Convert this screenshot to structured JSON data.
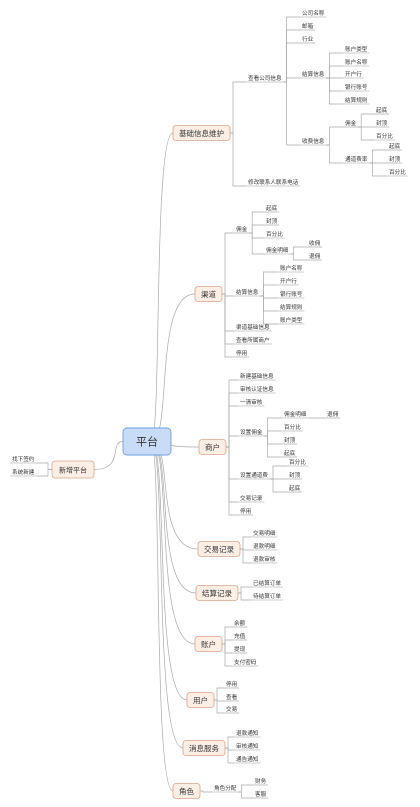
{
  "root": {
    "label": "平台"
  },
  "left_branch": {
    "label": "新增平台",
    "children": [
      {
        "label": "找下签约"
      },
      {
        "label": "系统新建"
      }
    ]
  },
  "branches": [
    {
      "id": "b1",
      "label": "基础信息维护",
      "children": [
        {
          "label": "查看公司信息",
          "children": [
            {
              "label": "公司名称"
            },
            {
              "label": "邮箱"
            },
            {
              "label": "行业"
            },
            {
              "label": "结算信息",
              "children": [
                {
                  "label": "账户类型"
                },
                {
                  "label": "账户名称"
                },
                {
                  "label": "开户行"
                },
                {
                  "label": "银行账号"
                },
                {
                  "label": "结算规则"
                }
              ]
            },
            {
              "label": "收费信息",
              "children": [
                {
                  "label": "佣金",
                  "children": [
                    {
                      "label": "起底"
                    },
                    {
                      "label": "封顶"
                    },
                    {
                      "label": "百分比"
                    }
                  ]
                },
                {
                  "label": "通道费率",
                  "children": [
                    {
                      "label": "起底"
                    },
                    {
                      "label": "封顶"
                    },
                    {
                      "label": "百分比"
                    }
                  ]
                }
              ]
            }
          ]
        },
        {
          "label": "修改联系人联系电话"
        }
      ]
    },
    {
      "id": "b2",
      "label": "渠道",
      "children": [
        {
          "label": "佣金",
          "children": [
            {
              "label": "起底"
            },
            {
              "label": "封顶"
            },
            {
              "label": "百分比"
            },
            {
              "label": "佣金明细",
              "children": [
                {
                  "label": "收佣"
                },
                {
                  "label": "退佣"
                }
              ]
            }
          ]
        },
        {
          "label": "结算信息",
          "children": [
            {
              "label": "账户名称"
            },
            {
              "label": "开户行"
            },
            {
              "label": "银行账号"
            },
            {
              "label": "结算规则"
            },
            {
              "label": "账户类型"
            }
          ]
        },
        {
          "label": "渠道基础信息"
        },
        {
          "label": "查看所属商户"
        },
        {
          "label": "停用"
        }
      ]
    },
    {
      "id": "b3",
      "label": "商户",
      "children": [
        {
          "label": "新建基础信息"
        },
        {
          "label": "审核认证信息"
        },
        {
          "label": "一清审核"
        },
        {
          "label": "设置佣金",
          "children": [
            {
              "label": "佣金明细",
              "children": [
                {
                  "label": "退佣"
                }
              ]
            },
            {
              "label": "百分比"
            },
            {
              "label": "封顶"
            },
            {
              "label": "起底"
            }
          ]
        },
        {
          "label": "设置通道费",
          "children": [
            {
              "label": "百分比"
            },
            {
              "label": "封顶"
            },
            {
              "label": "起底"
            }
          ]
        },
        {
          "label": "交易记录"
        },
        {
          "label": "停用"
        }
      ]
    },
    {
      "id": "b4",
      "label": "交易记录",
      "children": [
        {
          "label": "交易明细"
        },
        {
          "label": "退款明细"
        },
        {
          "label": "退款审核"
        }
      ]
    },
    {
      "id": "b5",
      "label": "结算记录",
      "children": [
        {
          "label": "已结算订单"
        },
        {
          "label": "待结算订单"
        }
      ]
    },
    {
      "id": "b6",
      "label": "账户",
      "children": [
        {
          "label": "余额"
        },
        {
          "label": "充值"
        },
        {
          "label": "提现"
        },
        {
          "label": "支付密码"
        }
      ]
    },
    {
      "id": "b7",
      "label": "用户",
      "children": [
        {
          "label": "停用"
        },
        {
          "label": "查看"
        },
        {
          "label": "交易"
        }
      ]
    },
    {
      "id": "b8",
      "label": "消息服务",
      "children": [
        {
          "label": "退款通知"
        },
        {
          "label": "审核通知"
        },
        {
          "label": "通告通知"
        }
      ]
    },
    {
      "id": "b9",
      "label": "角色",
      "children": [
        {
          "label": "角色分配",
          "children": [
            {
              "label": "财务"
            },
            {
              "label": "客服"
            }
          ]
        }
      ]
    }
  ],
  "colors": {
    "root_fill": "#c9dcf7",
    "root_border": "#6f9fdc",
    "branch_fill": "#fbeee5",
    "branch_border": "#d9a58a",
    "line": "#a8a8a8"
  }
}
